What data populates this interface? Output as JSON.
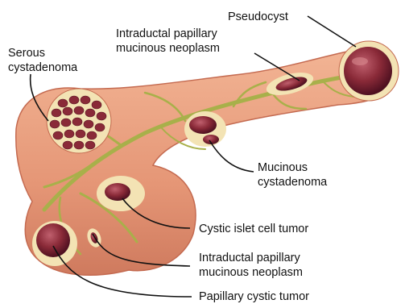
{
  "labels": {
    "pseudocyst": "Pseudocyst",
    "ipmn_top_line1": "Intraductal papillary",
    "ipmn_top_line2": "mucinous neoplasm",
    "serous_line1": "Serous",
    "serous_line2": "cystadenoma",
    "mucinous_line1": "Mucinous",
    "mucinous_line2": "cystadenoma",
    "islet": "Cystic islet cell tumor",
    "ipmn_bottom_line1": "Intraductal papillary",
    "ipmn_bottom_line2": "mucinous neoplasm",
    "papillary": "Papillary cystic tumor"
  },
  "colors": {
    "tissue": "#e79a7a",
    "tissue_light": "#f2b494",
    "tissue_dark": "#c86e55",
    "duct": "#a8b04a",
    "cyst_rim": "#f3e3b4",
    "cyst_inner": "#8a2a38",
    "cyst_dark": "#5a1422",
    "leader": "#111111"
  }
}
